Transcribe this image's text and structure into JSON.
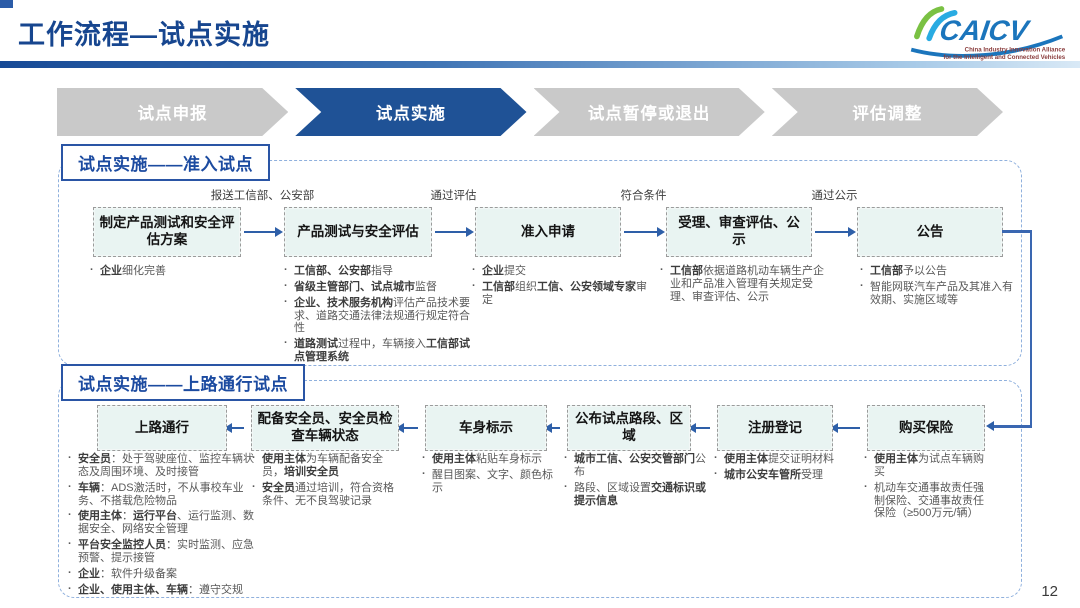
{
  "page": {
    "title": "工作流程—试点实施",
    "page_number": "12"
  },
  "logo": {
    "text": "CAICV",
    "subtitle_line1": "China Industry Innovation Alliance",
    "subtitle_line2": "for the Intelligent and Connected Vehicles"
  },
  "colors": {
    "accent_blue": "#1f5296",
    "title_blue": "#17468f",
    "arrow_blue": "#2e5fa8",
    "box_fill": "#e9f4f2",
    "inactive_gray": "#c9c9c9"
  },
  "steps": [
    {
      "label": "试点申报",
      "active": false
    },
    {
      "label": "试点实施",
      "active": true
    },
    {
      "label": "试点暂停或退出",
      "active": false
    },
    {
      "label": "评估调整",
      "active": false
    }
  ],
  "sections": [
    {
      "title": "试点实施——准入试点",
      "direction": "right",
      "nodes": [
        {
          "label": "制定产品测试和安全评估方案",
          "arrow_label": "",
          "bullets": [
            [
              {
                "t": "企业",
                "b": true
              },
              {
                "t": "细化完善"
              }
            ]
          ]
        },
        {
          "label": "产品测试与安全评估",
          "arrow_label": "报送工信部、公安部",
          "bullets": [
            [
              {
                "t": "工信部、公安部",
                "b": true
              },
              {
                "t": "指导"
              }
            ],
            [
              {
                "t": "省级主管部门、试点城市",
                "b": true
              },
              {
                "t": "监督"
              }
            ],
            [
              {
                "t": "企业、技术服务机构",
                "b": true
              },
              {
                "t": "评估产品技术要求、道路交通法律法规通行规定符合性"
              }
            ],
            [
              {
                "t": "道路测试",
                "b": true
              },
              {
                "t": "过程中，车辆接入"
              },
              {
                "t": "工信部试点管理系统",
                "b": true
              }
            ]
          ]
        },
        {
          "label": "准入申请",
          "arrow_label": "通过评估",
          "bullets": [
            [
              {
                "t": "企业",
                "b": true
              },
              {
                "t": "提交"
              }
            ],
            [
              {
                "t": "工信部",
                "b": true
              },
              {
                "t": "组织"
              },
              {
                "t": "工信、公安领域专家",
                "b": true
              },
              {
                "t": "审定"
              }
            ]
          ]
        },
        {
          "label": "受理、审查评估、公示",
          "arrow_label": "符合条件",
          "bullets": [
            [
              {
                "t": "工信部",
                "b": true
              },
              {
                "t": "依据道路机动车辆生产企业和产品准入管理有关规定受理、审查评估、公示"
              }
            ]
          ]
        },
        {
          "label": "公告",
          "arrow_label": "通过公示",
          "bullets": [
            [
              {
                "t": "工信部",
                "b": true
              },
              {
                "t": "予以公告"
              }
            ],
            [
              {
                "t": "智能网联汽车产品及其准入有效期、实施区域等"
              }
            ]
          ]
        }
      ]
    },
    {
      "title": "试点实施——上路通行试点",
      "direction": "left",
      "nodes": [
        {
          "label": "上路通行",
          "bullets": [
            [
              {
                "t": "安全员",
                "b": true
              },
              {
                "t": "：处于驾驶座位、监控车辆状态及周围环境、及时接管"
              }
            ],
            [
              {
                "t": "车辆",
                "b": true
              },
              {
                "t": "：ADS激活时，不从事校车业务、不搭载危险物品"
              }
            ],
            [
              {
                "t": "使用主体",
                "b": true
              },
              {
                "t": "："
              },
              {
                "t": "运行平台",
                "b": true
              },
              {
                "t": "、运行监测、数据安全、网络安全管理"
              }
            ],
            [
              {
                "t": "平台安全监控人员",
                "b": true
              },
              {
                "t": "：实时监测、应急预警、提示接管"
              }
            ],
            [
              {
                "t": "企业",
                "b": true
              },
              {
                "t": "：软件升级备案"
              }
            ],
            [
              {
                "t": "企业、使用主体、车辆",
                "b": true
              },
              {
                "t": "：遵守交规"
              }
            ]
          ]
        },
        {
          "label": "配备安全员、安全员检查车辆状态",
          "bullets": [
            [
              {
                "t": "使用主体",
                "b": true
              },
              {
                "t": "为车辆配备安全员，"
              },
              {
                "t": "培训安全员",
                "b": true
              }
            ],
            [
              {
                "t": "安全员",
                "b": true
              },
              {
                "t": "通过培训，符合资格条件、无不良驾驶记录"
              }
            ]
          ]
        },
        {
          "label": "车身标示",
          "bullets": [
            [
              {
                "t": "使用主体",
                "b": true
              },
              {
                "t": "粘贴车身标示"
              }
            ],
            [
              {
                "t": "醒目图案、文字、颜色标示"
              }
            ]
          ]
        },
        {
          "label": "公布试点路段、区域",
          "bullets": [
            [
              {
                "t": "城市工信、公安交管部门",
                "b": true
              },
              {
                "t": "公布"
              }
            ],
            [
              {
                "t": "路段、区域设置"
              },
              {
                "t": "交通标识或提示信息",
                "b": true
              }
            ]
          ]
        },
        {
          "label": "注册登记",
          "bullets": [
            [
              {
                "t": "使用主体",
                "b": true
              },
              {
                "t": "提交证明材料"
              }
            ],
            [
              {
                "t": "城市公安车管所",
                "b": true
              },
              {
                "t": "受理"
              }
            ]
          ]
        },
        {
          "label": "购买保险",
          "bullets": [
            [
              {
                "t": "使用主体",
                "b": true
              },
              {
                "t": "为试点车辆购买"
              }
            ],
            [
              {
                "t": "机动车交通事故责任强制保险、交通事故责任保险（≥500万元/辆）"
              }
            ]
          ]
        }
      ]
    }
  ]
}
